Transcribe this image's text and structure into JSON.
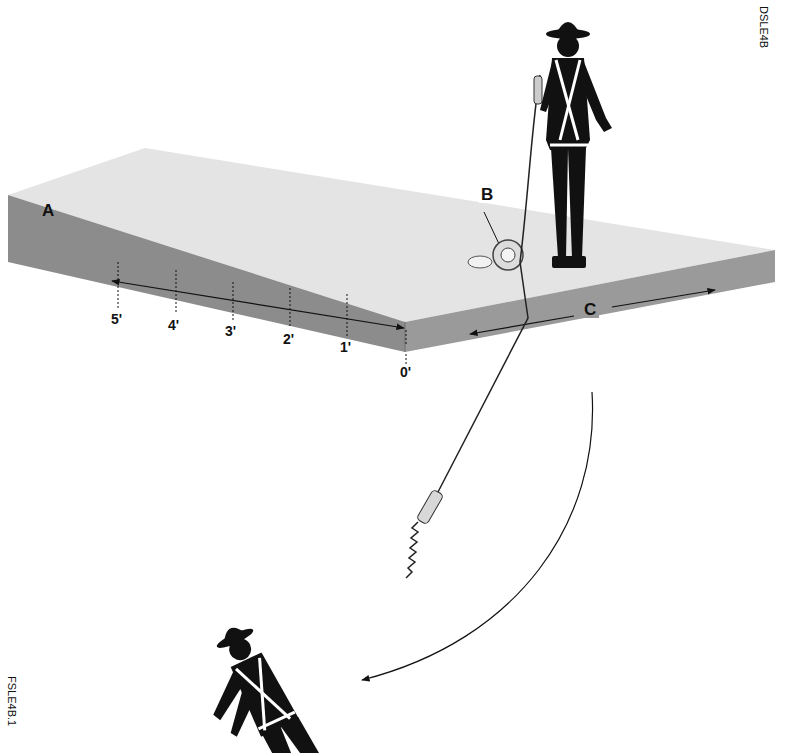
{
  "diagram": {
    "labels": [
      "A",
      "B",
      "C",
      "5'",
      "4'",
      "3'",
      "2'",
      "1'",
      "0'",
      "DSLE4B",
      "FSLE4B.1"
    ]
  }
}
